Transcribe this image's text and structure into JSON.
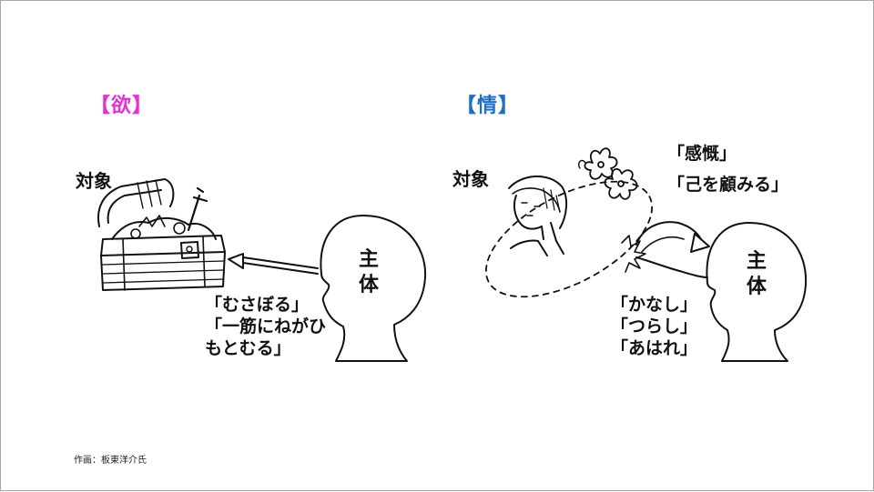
{
  "colors": {
    "yoku_heading": "#e533d1",
    "jou_heading": "#1f6fc5",
    "line": "#111111"
  },
  "left": {
    "heading": "【欲】",
    "object_label": "対象",
    "subject_line1": "主",
    "subject_line2": "体",
    "quote1": "「むさぼる」",
    "quote2": "「一筋にねがひ",
    "quote3": "もとむる」"
  },
  "right": {
    "heading": "【情】",
    "object_label": "対象",
    "subject_line1": "主",
    "subject_line2": "体",
    "top_quote1": "「感慨」",
    "top_quote2": "「己を顧みる」",
    "quote1": "「かなし」",
    "quote2": "「つらし」",
    "quote3": "「あはれ」"
  },
  "credit": "作画：板東洋介氏",
  "icons": [
    "treasure-chest-icon",
    "head-silhouette-icon",
    "arrow-left-icon",
    "cherry-blossom-icon",
    "person-portrait-icon",
    "curved-arrow-icon"
  ]
}
